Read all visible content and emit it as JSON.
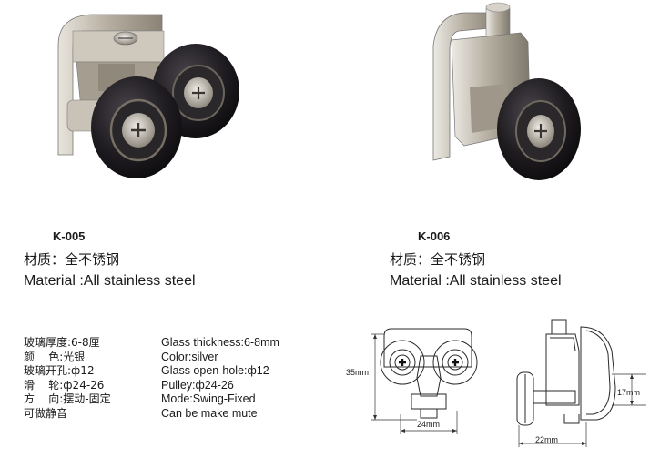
{
  "products": [
    {
      "code": "K-005",
      "material_cn": "材质：全不锈钢",
      "material_en": "Material :All stainless steel",
      "image_icon": "double-roller-icon"
    },
    {
      "code": "K-006",
      "material_cn": "材质：全不锈钢",
      "material_en": "Material :All stainless steel",
      "image_icon": "single-roller-icon"
    }
  ],
  "specs_cn": [
    "玻璃厚度:6-8厘",
    "颜    色:光银",
    "玻璃开孔:ф12",
    "滑    轮:ф24-26",
    "方    向:摆动-固定",
    "可做静音"
  ],
  "specs_en": [
    "Glass thickness:6-8mm",
    "Color:silver",
    "Glass open-hole:ф12",
    "Pulley:ф24-26",
    "Mode:Swing-Fixed",
    "Can be make mute"
  ],
  "dimensions": {
    "height": "35mm",
    "width": "24mm",
    "side_height": "17mm",
    "depth": "22mm"
  },
  "colors": {
    "wheel": "#1c1a1d",
    "steel": "#b8b2a6",
    "drawing": "#2a2a2a"
  }
}
